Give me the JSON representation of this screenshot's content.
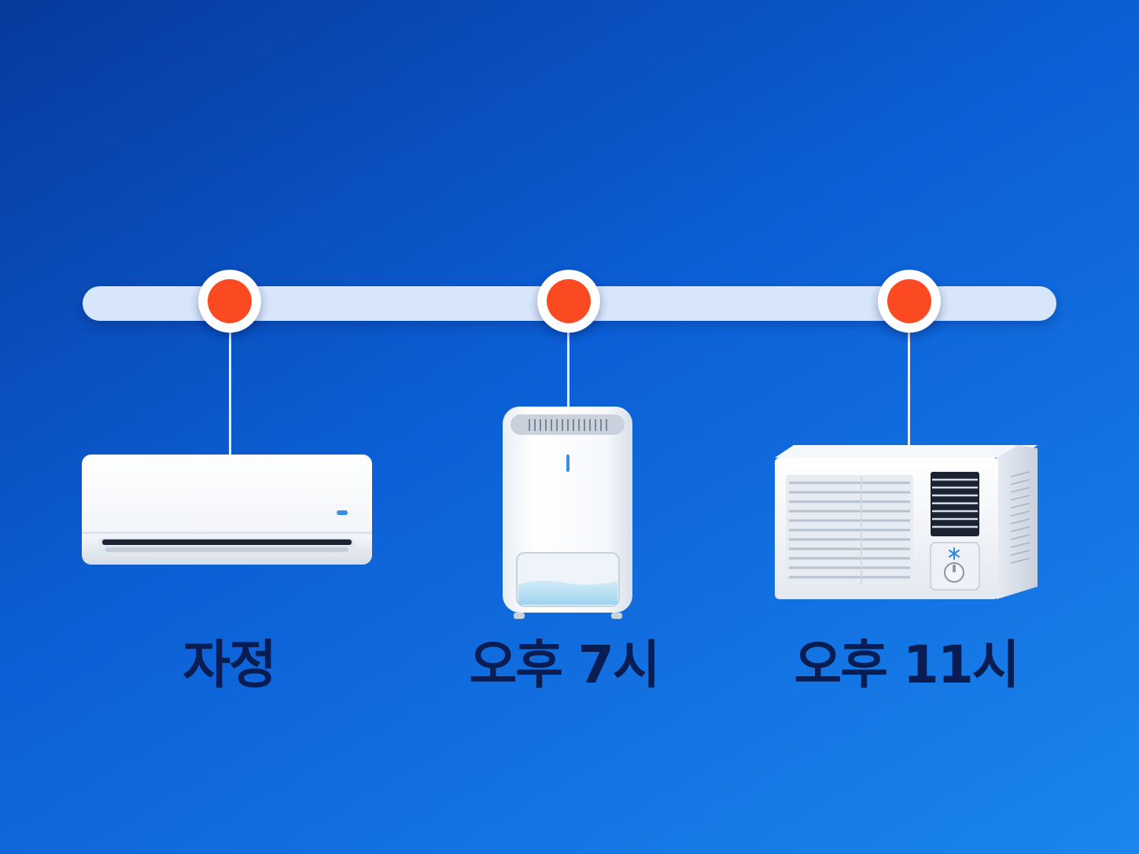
{
  "timeline": {
    "stops": [
      {
        "label": "자정",
        "appliance": "wall-mounted-air-conditioner"
      },
      {
        "label": "오후 7시",
        "appliance": "dehumidifier"
      },
      {
        "label": "오후 11시",
        "appliance": "window-air-conditioner"
      }
    ]
  },
  "colors": {
    "background_start": "#063a9c",
    "background_end": "#1a86ee",
    "track": "#d8e6fb",
    "marker_ring": "#ffffff",
    "marker_dot": "#fb4a22",
    "label_text": "#0a1d52",
    "indicator": "#3a8ee6"
  }
}
